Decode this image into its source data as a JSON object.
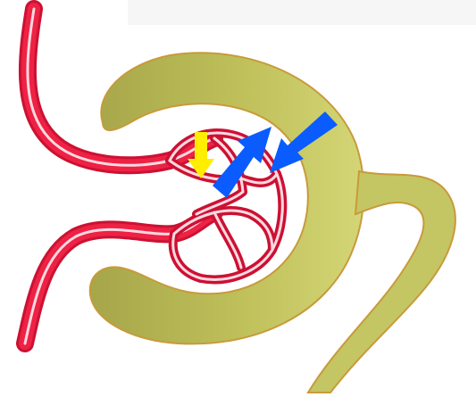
{
  "figure": {
    "subject": "glomerulus-nephron-schematic",
    "labels": []
  },
  "colors": {
    "background": "#ffffff",
    "top_panel": "#f6f6f6",
    "vessel_outline": "#cc1133",
    "vessel_fill": "#ee2244",
    "vessel_highlight": "#ffd9e1",
    "tubule_fill": "#bfc05a",
    "tubule_light": "#d4d676",
    "tubule_dark": "#a6a64a",
    "tubule_outline": "#c89a3a",
    "arrow_yellow": "#ffee00",
    "arrow_blue": "#0a5cff"
  },
  "arrows": [
    {
      "name": "yellow-arrow",
      "color": "#ffee00",
      "direction": "down"
    },
    {
      "name": "blue-arrow-out",
      "color": "#0a5cff",
      "direction": "up-right"
    },
    {
      "name": "blue-arrow-in",
      "color": "#0a5cff",
      "direction": "down-left"
    }
  ]
}
